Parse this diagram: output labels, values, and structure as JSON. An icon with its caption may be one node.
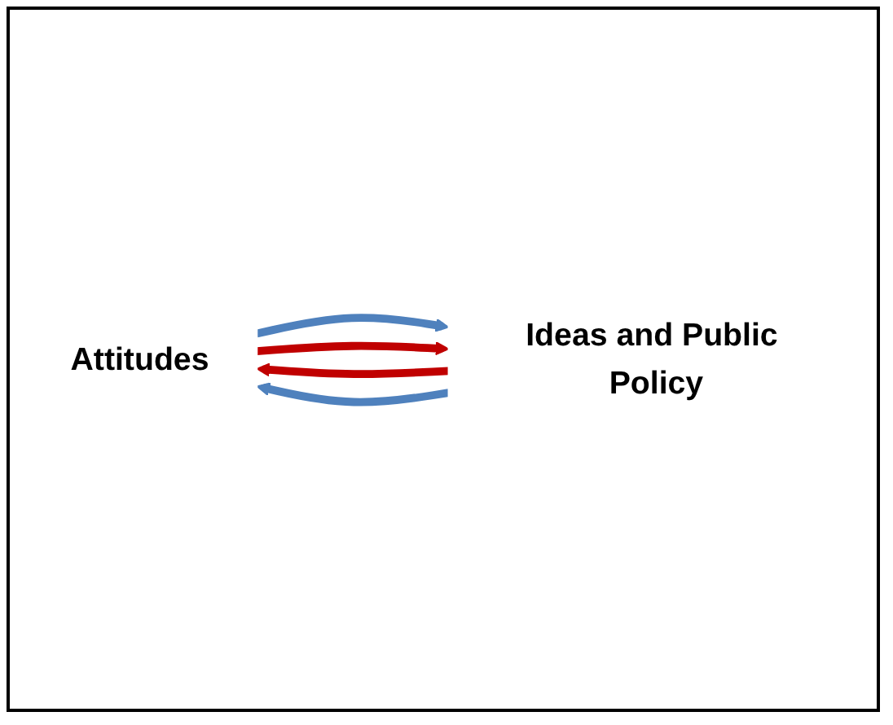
{
  "diagram": {
    "nodes": [
      {
        "text": [
          "Attitudes"
        ]
      },
      {
        "text": [
          "Ideas and Public Policy"
        ]
      }
    ],
    "edges": [
      {
        "from": 1,
        "to": 0,
        "arrow": "to",
        "color": "#c00000"
      },
      {
        "from": 0,
        "to": 1,
        "arrow": "to",
        "color": "#4f81bd"
      },
      {
        "from": 0,
        "to": 1,
        "arrow": "to",
        "color": "#c00000"
      },
      {
        "from": 1,
        "to": 0,
        "arrow": "to",
        "color": "#4f81bd"
      }
    ]
  }
}
